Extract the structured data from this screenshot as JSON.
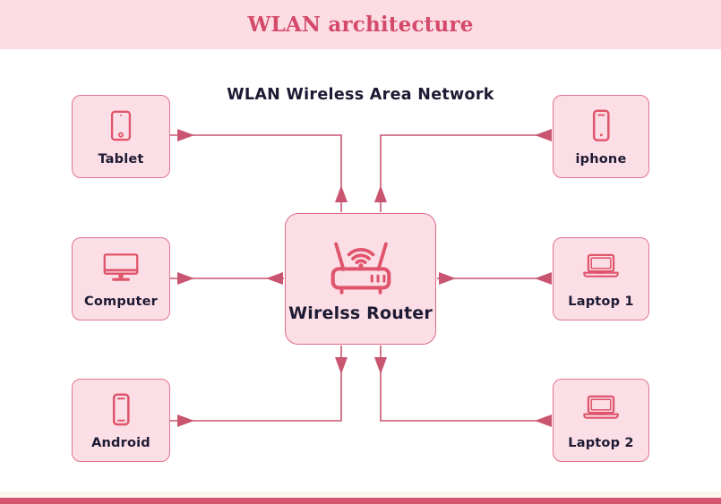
{
  "header": {
    "title": "WLAN architecture"
  },
  "diagram": {
    "subtitle": "WLAN Wireless Area Network",
    "router": {
      "label": "Wirelss Router",
      "icon": "wifi-router-icon"
    },
    "devices": [
      {
        "label": "Tablet",
        "icon": "tablet-icon",
        "position": "top-left"
      },
      {
        "label": "iphone",
        "icon": "smartphone-icon",
        "position": "top-right"
      },
      {
        "label": "Computer",
        "icon": "desktop-monitor-icon",
        "position": "middle-left"
      },
      {
        "label": "Laptop 1",
        "icon": "laptop-icon",
        "position": "middle-right"
      },
      {
        "label": "Android",
        "icon": "android-phone-icon",
        "position": "bottom-left"
      },
      {
        "label": "Laptop 2",
        "icon": "laptop-icon",
        "position": "bottom-right"
      }
    ],
    "connections": [
      {
        "from": "Tablet",
        "to": "Wirelss Router",
        "bidirectional": true
      },
      {
        "from": "iphone",
        "to": "Wirelss Router",
        "bidirectional": true
      },
      {
        "from": "Computer",
        "to": "Wirelss Router",
        "bidirectional": true
      },
      {
        "from": "Laptop 1",
        "to": "Wirelss Router",
        "bidirectional": true
      },
      {
        "from": "Android",
        "to": "Wirelss Router",
        "bidirectional": true
      },
      {
        "from": "Laptop 2",
        "to": "Wirelss Router",
        "bidirectional": true
      }
    ]
  },
  "theme": {
    "header_bg": "#fcdde4",
    "title_color": "#d44a6b",
    "canvas_bg": "#ffffff",
    "box_fill": "#fcdfe6",
    "box_border": "#e1758f",
    "icon_stroke": "#e0556c",
    "line_color": "#c95570",
    "text_dark": "#1d1a33",
    "footer_strip": "#fbf5ee",
    "footer_bar": "#d4566e"
  }
}
